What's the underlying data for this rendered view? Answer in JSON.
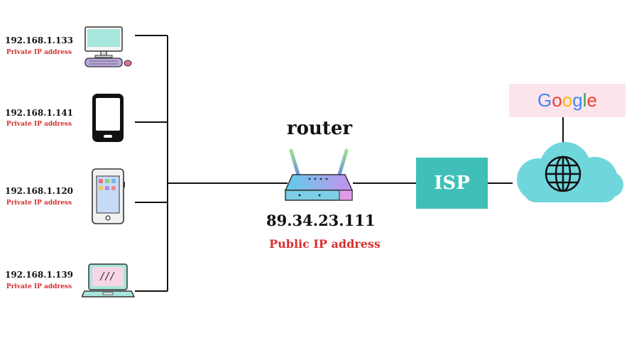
{
  "devices": [
    {
      "ip": "192.168.1.133",
      "label": "Private IP address"
    },
    {
      "ip": "192.168.1.141",
      "label": "Private IP address"
    },
    {
      "ip": "192.168.1.120",
      "label": "Private IP address"
    },
    {
      "ip": "192.168.1.139",
      "label": "Private IP address"
    }
  ],
  "router": {
    "title": "router",
    "ip": "89.34.23.111",
    "label": "Public IP address"
  },
  "isp": {
    "label": "ISP"
  },
  "google": {
    "letters": [
      "G",
      "o",
      "o",
      "g",
      "l",
      "e"
    ]
  },
  "colors": {
    "private_label": "#d62f2f",
    "isp": "#3fbfb7",
    "cloud": "#6fd6dc",
    "google_bg": "#fce4ec"
  },
  "icons": [
    "desktop-computer-icon",
    "smartphone-icon",
    "tablet-icon",
    "laptop-icon",
    "router-icon",
    "cloud-globe-icon"
  ]
}
